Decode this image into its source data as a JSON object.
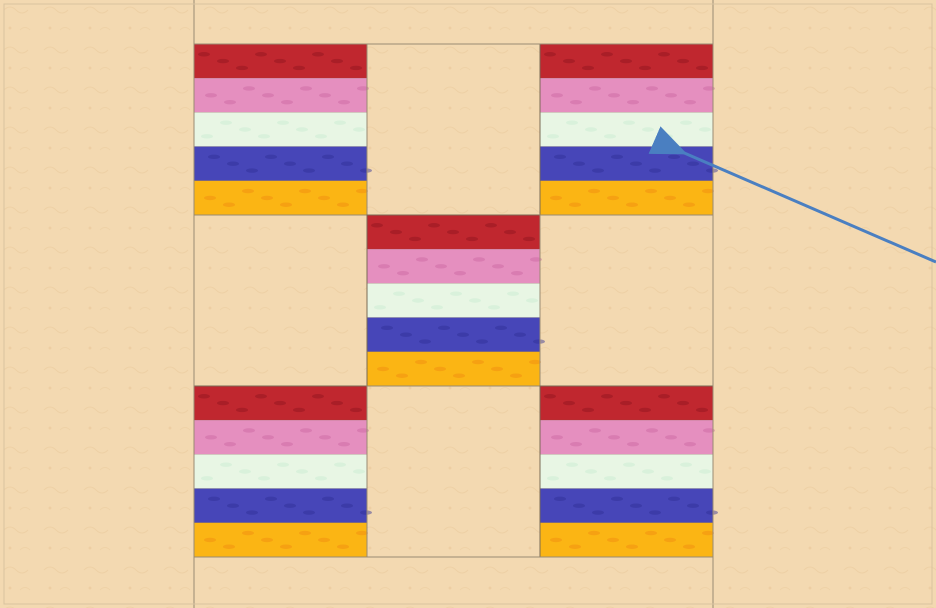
{
  "quilt": {
    "background_color": "#f3d9b1",
    "border_line_color": "#9a8a72",
    "rows": [
      [
        "strip-block",
        "plain",
        "strip-block"
      ],
      [
        "plain",
        "strip-block",
        "plain"
      ],
      [
        "strip-block",
        "plain",
        "strip-block"
      ]
    ],
    "strip_block": {
      "stripes": [
        {
          "name": "red-batik",
          "color": "#c0272f",
          "accent": "#8f1520"
        },
        {
          "name": "pink-batik",
          "color": "#e58fbf",
          "accent": "#c9679f"
        },
        {
          "name": "mint-batik",
          "color": "#e8f6e4",
          "accent": "#c8ead0"
        },
        {
          "name": "blue-batik",
          "color": "#4746b8",
          "accent": "#2e2e94"
        },
        {
          "name": "yellow-orange-batik",
          "color": "#fbb514",
          "accent": "#f08a10"
        }
      ]
    }
  },
  "pointer_arrow": {
    "color": "#4a7fc1"
  }
}
